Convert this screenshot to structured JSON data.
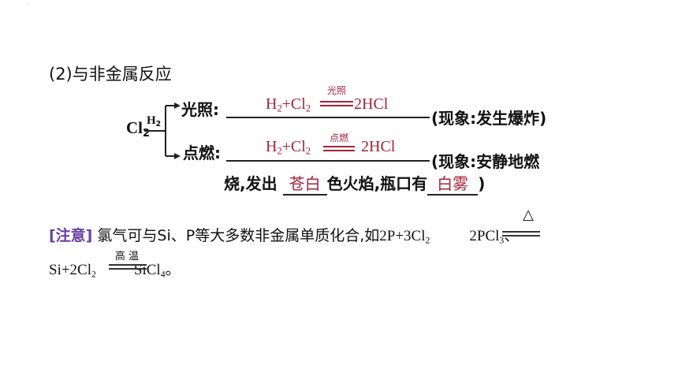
{
  "section_title": "(2)与非金属反应",
  "reactant": "Cl",
  "reactant_sub": "2",
  "reagent": "H",
  "reagent_sub": "2",
  "branch1": {
    "label": "光照",
    "colon": ":",
    "eq_left": "H",
    "eq_left_sub": "2",
    "eq_plus": "+Cl",
    "eq_plus_sub": "2",
    "condition": "光照",
    "product": "2HCl",
    "phenomenon": "(现象:发生爆炸)"
  },
  "branch2": {
    "label": "点燃",
    "colon": ":",
    "eq_left": "H",
    "eq_left_sub": "2",
    "eq_plus": "+Cl",
    "eq_plus_sub": "2",
    "condition": "点燃",
    "product": "2HCl",
    "phenomenon_start": "(现象:安静地燃",
    "line2_a": "烧,发出",
    "answer1": "苍白",
    "line2_b": "色火焰,瓶口有",
    "answer2": "白雾",
    "line2_c": ")"
  },
  "note": {
    "tag": "[注意]",
    "text": "氯气可与Si、P等大多数非金属单质化合,如",
    "eq1_left": "2P+3Cl",
    "eq1_left_sub": "2",
    "eq1_condition": "△",
    "eq1_product": "2PCl",
    "eq1_product_sub": "3",
    "sep": "、",
    "eq2_left": "Si+2Cl",
    "eq2_left_sub": "2",
    "eq2_condition": "高 温",
    "eq2_product": "SiCl",
    "eq2_product_sub": "4",
    "end": "。"
  },
  "colors": {
    "answer": "#a3233a",
    "note_tag": "#6b3fa0"
  }
}
